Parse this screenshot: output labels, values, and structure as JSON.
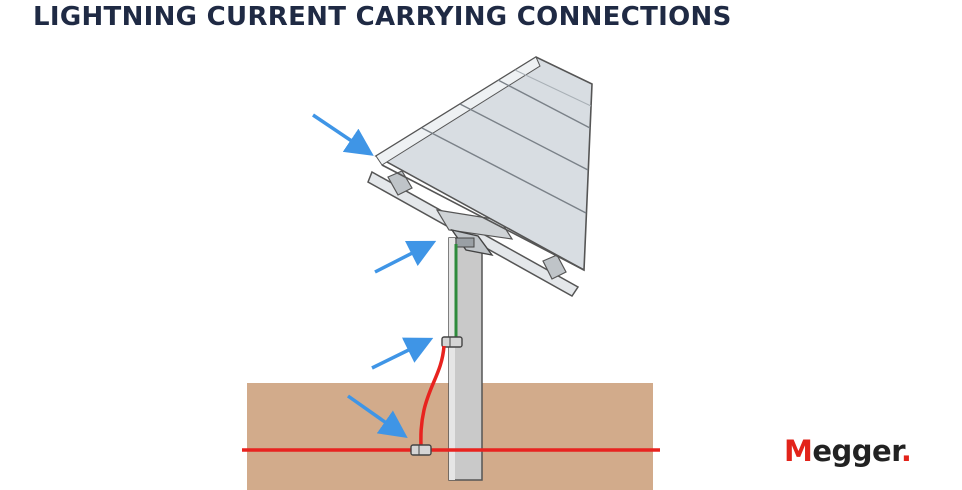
{
  "title": "LIGHTNING CURRENT CARRYING CONNECTIONS",
  "logo": {
    "initial": "M",
    "rest": "egger",
    "dot": "."
  },
  "colors": {
    "title": "#1f2a44",
    "ground": "#d2ab8b",
    "earth_conductor": "#e8231f",
    "bonding_wire": "#2e8b3c",
    "arrow": "#3f95e6",
    "panel": "#d8dde2",
    "pole": "#c9c9c9",
    "brand_red": "#e2231a"
  },
  "icons": [
    "arrow-panel",
    "arrow-mount-bond",
    "arrow-pole-clamp",
    "arrow-earth-clamp"
  ]
}
